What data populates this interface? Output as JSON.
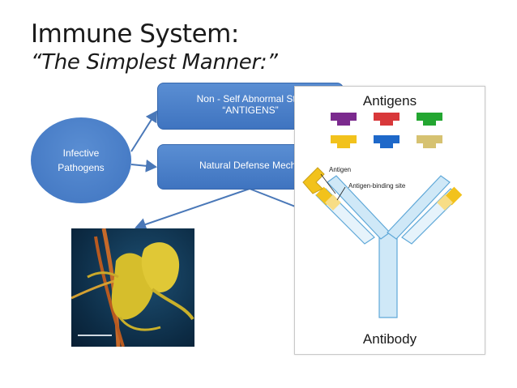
{
  "slide": {
    "title": "Immune System:",
    "subtitle": "“The Simplest Manner:”"
  },
  "diagram": {
    "oval_line1": "Infective",
    "oval_line2": "Pathogens",
    "box1_line1": "Non -  Self Abnormal Stru",
    "box1_line2": "“ANTIGENS”",
    "box2_label": "Natural Defense Mecha"
  },
  "antibody_figure": {
    "title": "Antigens",
    "label_antigen": "Antigen",
    "label_binding_site": "Antigen-binding site",
    "footer": "Antibody",
    "antigen_colors": [
      "#7b2a8e",
      "#d8383a",
      "#23a631",
      "#f2c21c",
      "#1e68c9",
      "#d6c271"
    ]
  },
  "colors": {
    "shape_blue": "#4a7fc9",
    "arrow_blue": "#4a78b8"
  }
}
